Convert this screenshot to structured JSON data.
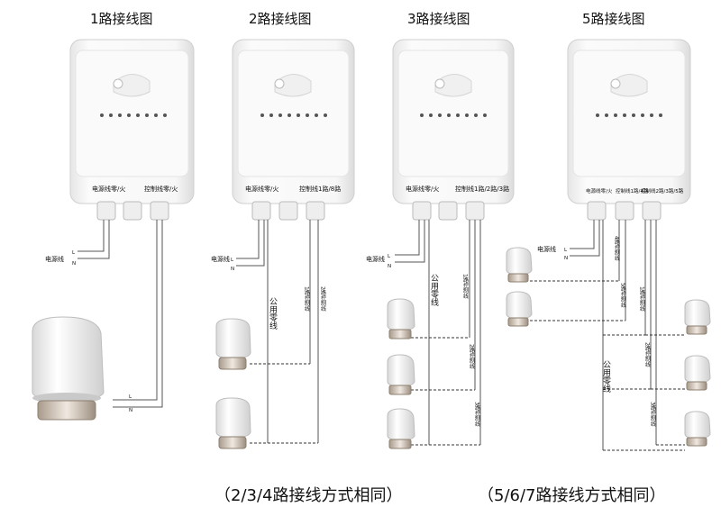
{
  "panels": [
    {
      "title": "1路接线图",
      "label_power": "电源线零/火",
      "label_control": "控制线零/火",
      "power_wire": "电源线",
      "L": "L",
      "N": "N",
      "actuator_L": "L",
      "actuator_N": "N"
    },
    {
      "title": "2路接线图",
      "label_power": "电源线零/火",
      "label_control": "控制线1路/8路",
      "power_wire": "电源线",
      "L": "L",
      "N": "N",
      "common": "公用零线",
      "ch1": "1路控制线",
      "ch2": "2路控制线"
    },
    {
      "title": "3路接线图",
      "label_power": "电源线零/火",
      "label_control": "控制线1路/2路/3路",
      "power_wire": "电源线",
      "L": "L",
      "N": "N",
      "common": "公用零线",
      "ch1": "1路控制线",
      "ch2": "2路控制线",
      "ch3": "3路控制线"
    },
    {
      "title": "5路接线图",
      "label_power": "电源线零/火",
      "label_control1": "控制线1路/4路",
      "label_control2": "控制线2路/3路/5路",
      "power_wire": "电源线",
      "L": "L",
      "N": "N",
      "common": "公用零线",
      "ch1": "1路控制线",
      "ch2": "2路控制线",
      "ch3": "3路控制线",
      "ch4": "4路控制线",
      "ch5": "5路控制线"
    }
  ],
  "footer": {
    "left": "（2/3/4路接线方式相同）",
    "right": "（5/6/7路接线方式相同）"
  }
}
